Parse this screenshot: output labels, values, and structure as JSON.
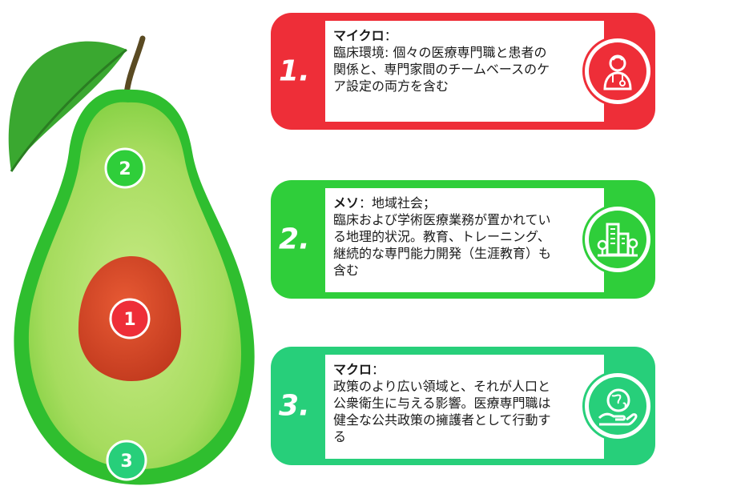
{
  "colors": {
    "micro": "#ee2e38",
    "meso": "#2fce3a",
    "macro": "#27cf7a",
    "avocado_skin": "#2bbf2b",
    "avocado_flesh": "#a9e06b",
    "seed": "#d9452a"
  },
  "avocado": {
    "markers": [
      {
        "label": "1",
        "icon": "number-marker"
      },
      {
        "label": "2",
        "icon": "number-marker"
      },
      {
        "label": "3",
        "icon": "number-marker"
      }
    ]
  },
  "cards": [
    {
      "number": "1.",
      "title": "マイクロ",
      "title_sep": "：",
      "lines": [
        "臨床環境: 個々の医療専門職と患者の",
        "関係と、専門家間のチームベースのケ",
        "ア設定の両方を含む"
      ],
      "icon": "doctor-icon"
    },
    {
      "number": "2.",
      "title": "メソ",
      "title_sep": "：地域社会；",
      "lines": [
        "臨床および学術医療業務が置かれてい",
        "る地理的状況。教育、トレーニング、",
        "継続的な専門能力開発（生涯教育）も",
        "含む"
      ],
      "icon": "city-buildings-icon"
    },
    {
      "number": "3.",
      "title": "マクロ",
      "title_sep": "：",
      "lines": [
        "政策のより広い領域と、それが人口と",
        "公衆衛生に与える影響。医療専門職は",
        "健全な公共政策の擁護者として行動す",
        "る"
      ],
      "icon": "globe-hand-icon"
    }
  ]
}
